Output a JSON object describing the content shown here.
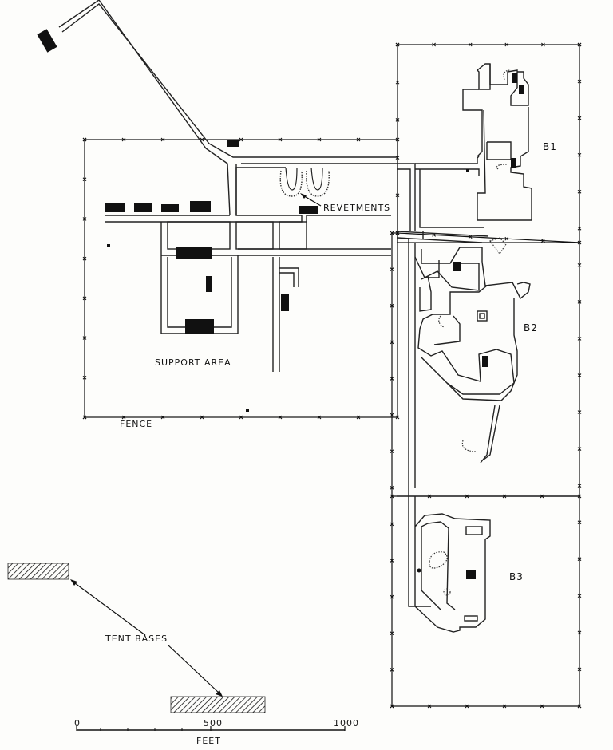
{
  "labels": {
    "b1": "B1",
    "b2": "B2",
    "b3": "B3",
    "revetments": "REVETMENTS",
    "support_area": "SUPPORT AREA",
    "fence": "FENCE",
    "tent_bases": "TENT BASES"
  },
  "scale_bar": {
    "ticks": [
      "0",
      "500",
      "1000"
    ],
    "unit": "FEET"
  },
  "colors": {
    "ink": "#111111",
    "paper": "#fdfdfb"
  }
}
